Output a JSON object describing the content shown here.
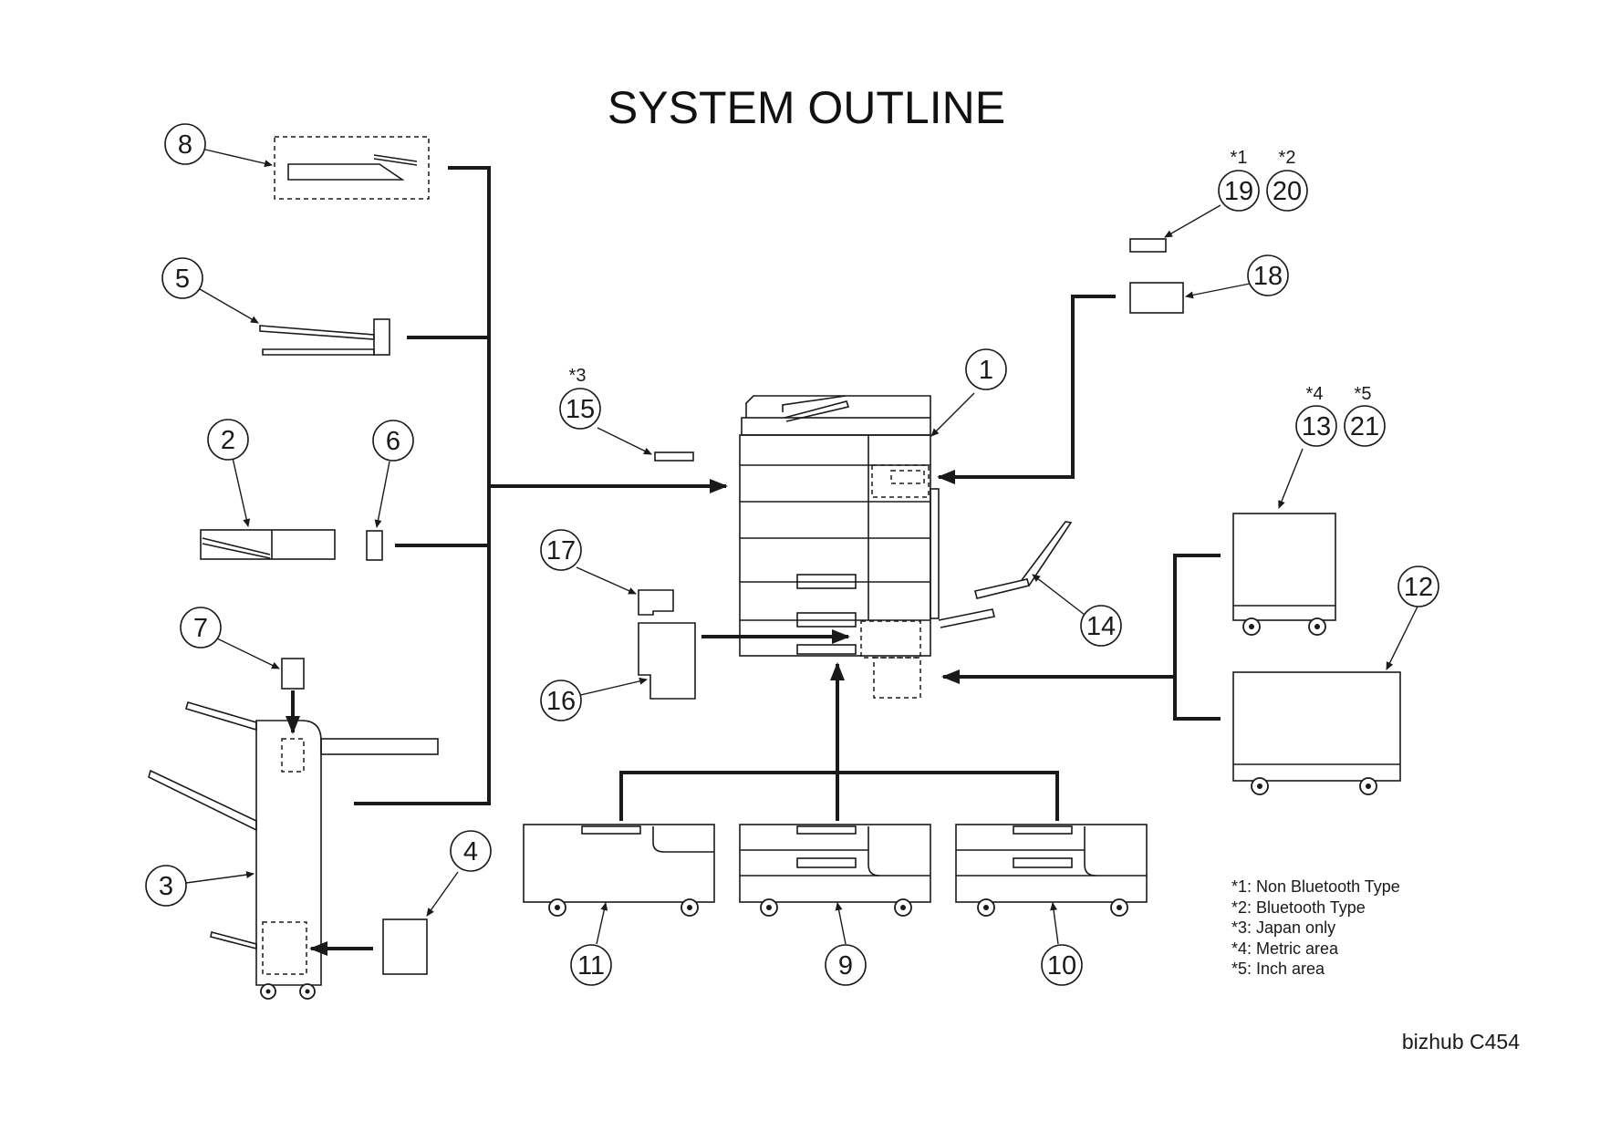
{
  "title": "SYSTEM OUTLINE",
  "model": "bizhub C454",
  "callouts": {
    "c1": "1",
    "c2": "2",
    "c3": "3",
    "c4": "4",
    "c5": "5",
    "c6": "6",
    "c7": "7",
    "c8": "8",
    "c9": "9",
    "c10": "10",
    "c11": "11",
    "c12": "12",
    "c13": "13",
    "c14": "14",
    "c15": "15",
    "c16": "16",
    "c17": "17",
    "c18": "18",
    "c19": "19",
    "c20": "20",
    "c21": "21"
  },
  "marks": {
    "m19": "*1",
    "m20": "*2",
    "m15": "*3",
    "m13": "*4",
    "m21": "*5"
  },
  "notes": [
    "*1: Non Bluetooth Type",
    "*2: Bluetooth Type",
    "*3: Japan only",
    "*4: Metric area",
    "*5: Inch area"
  ],
  "colors": {
    "line": "#1a1a1a",
    "background": "#ffffff"
  }
}
